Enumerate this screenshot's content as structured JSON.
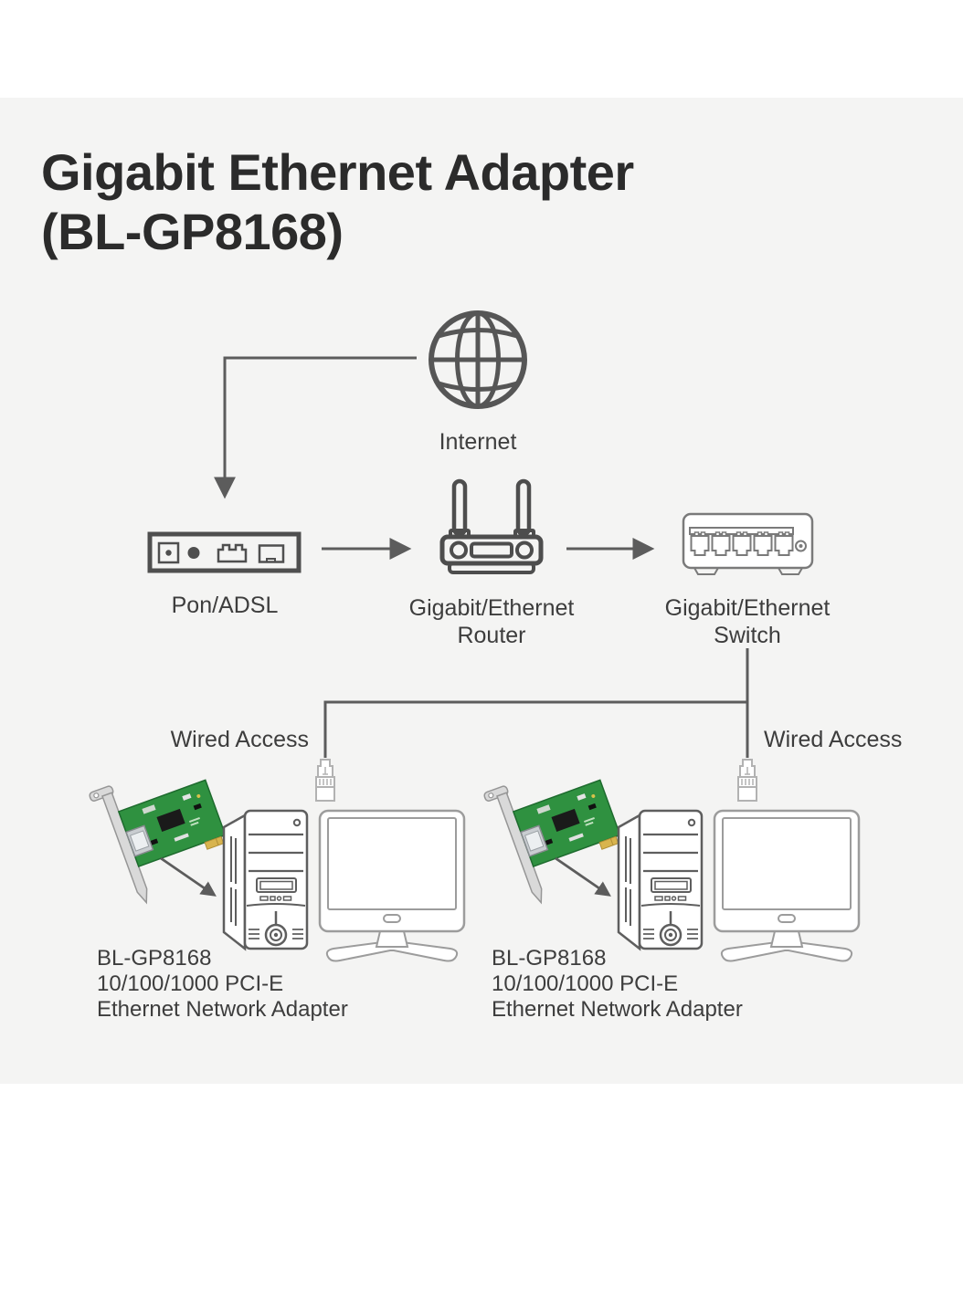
{
  "title": {
    "line1": "Gigabit Ethernet Adapter",
    "line2": "(BL-GP8168)"
  },
  "diagram": {
    "internet_label": "Internet",
    "modem_label": "Pon/ADSL",
    "router_label_1": "Gigabit/Ethernet",
    "router_label_2": "Router",
    "switch_label_1": "Gigabit/Ethernet",
    "switch_label_2": "Switch",
    "wired_access_left": "Wired Access",
    "wired_access_right": "Wired Access"
  },
  "adapter_left": {
    "line1": "BL-GP8168",
    "line2": "10/100/1000 PCI-E",
    "line3": "Ethernet Network Adapter"
  },
  "adapter_right": {
    "line1": "BL-GP8168",
    "line2": "10/100/1000 PCI-E",
    "line3": "Ethernet Network Adapter"
  },
  "colors": {
    "panel_bg": "#f4f4f3",
    "connector_line": "#5c5c5c",
    "icon_dark": "#4f4f4f",
    "switch_gray": "#7a7a7a",
    "plug_gray": "#b2b2b2",
    "monitor_gray": "#9c9c9c",
    "pcb_green": "#2f9140",
    "text": "#3d3d3d",
    "title_text": "#2b2b2b"
  }
}
